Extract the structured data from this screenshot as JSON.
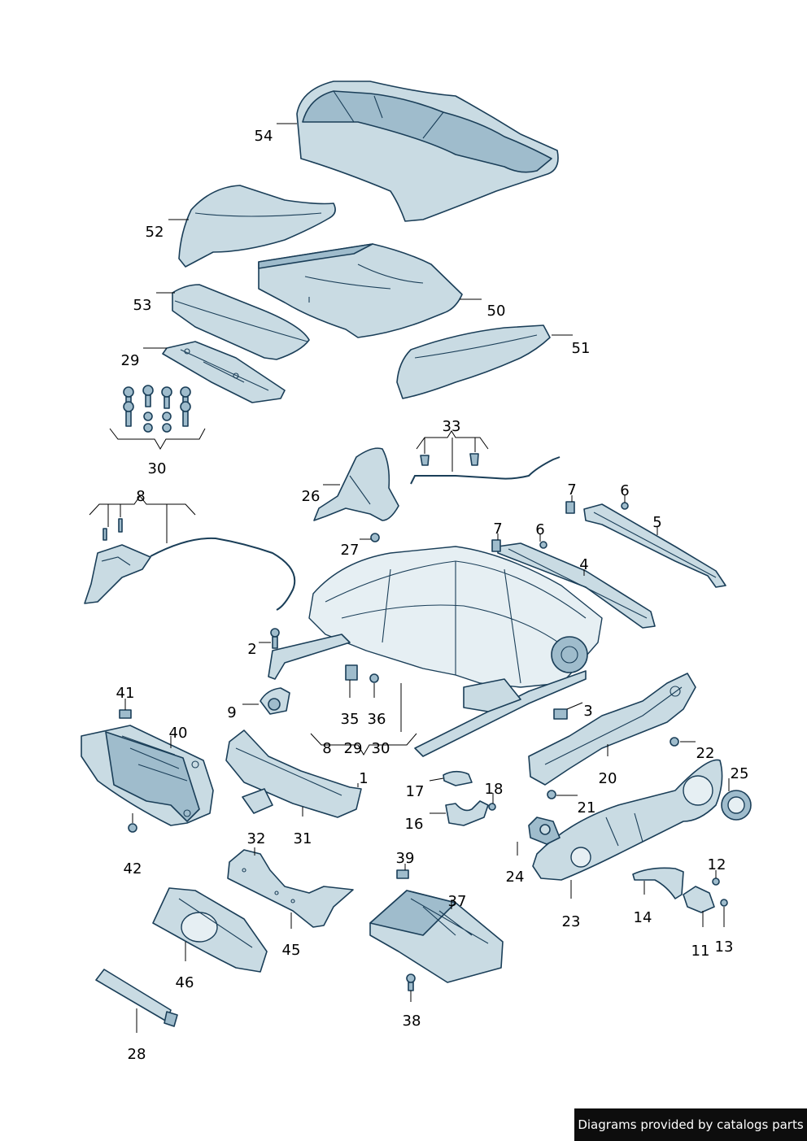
{
  "callouts": {
    "c54": "54",
    "c52": "52",
    "c53": "53",
    "c50": "50",
    "c51": "51",
    "c29a": "29",
    "c30a": "30",
    "c8a": "8",
    "c33": "33",
    "c26": "26",
    "c27": "27",
    "c7a": "7",
    "c6a": "6",
    "c5": "5",
    "c7b": "7",
    "c6b": "6",
    "c4": "4",
    "c2": "2",
    "c9": "9",
    "c35": "35",
    "c36": "36",
    "c3": "3",
    "c8b": "8",
    "c29b": "29",
    "c30b": "30",
    "c41": "41",
    "c40": "40",
    "c42": "42",
    "c1": "1",
    "c31": "31",
    "c32": "32",
    "c17": "17",
    "c18": "18",
    "c16": "16",
    "c22": "22",
    "c20": "20",
    "c21": "21",
    "c25": "25",
    "c24": "24",
    "c23": "23",
    "c12": "12",
    "c14": "14",
    "c11": "11",
    "c13": "13",
    "c39": "39",
    "c37": "37",
    "c38": "38",
    "c45": "45",
    "c46": "46",
    "c28": "28"
  },
  "credit": "Diagrams provided by catalogs parts"
}
